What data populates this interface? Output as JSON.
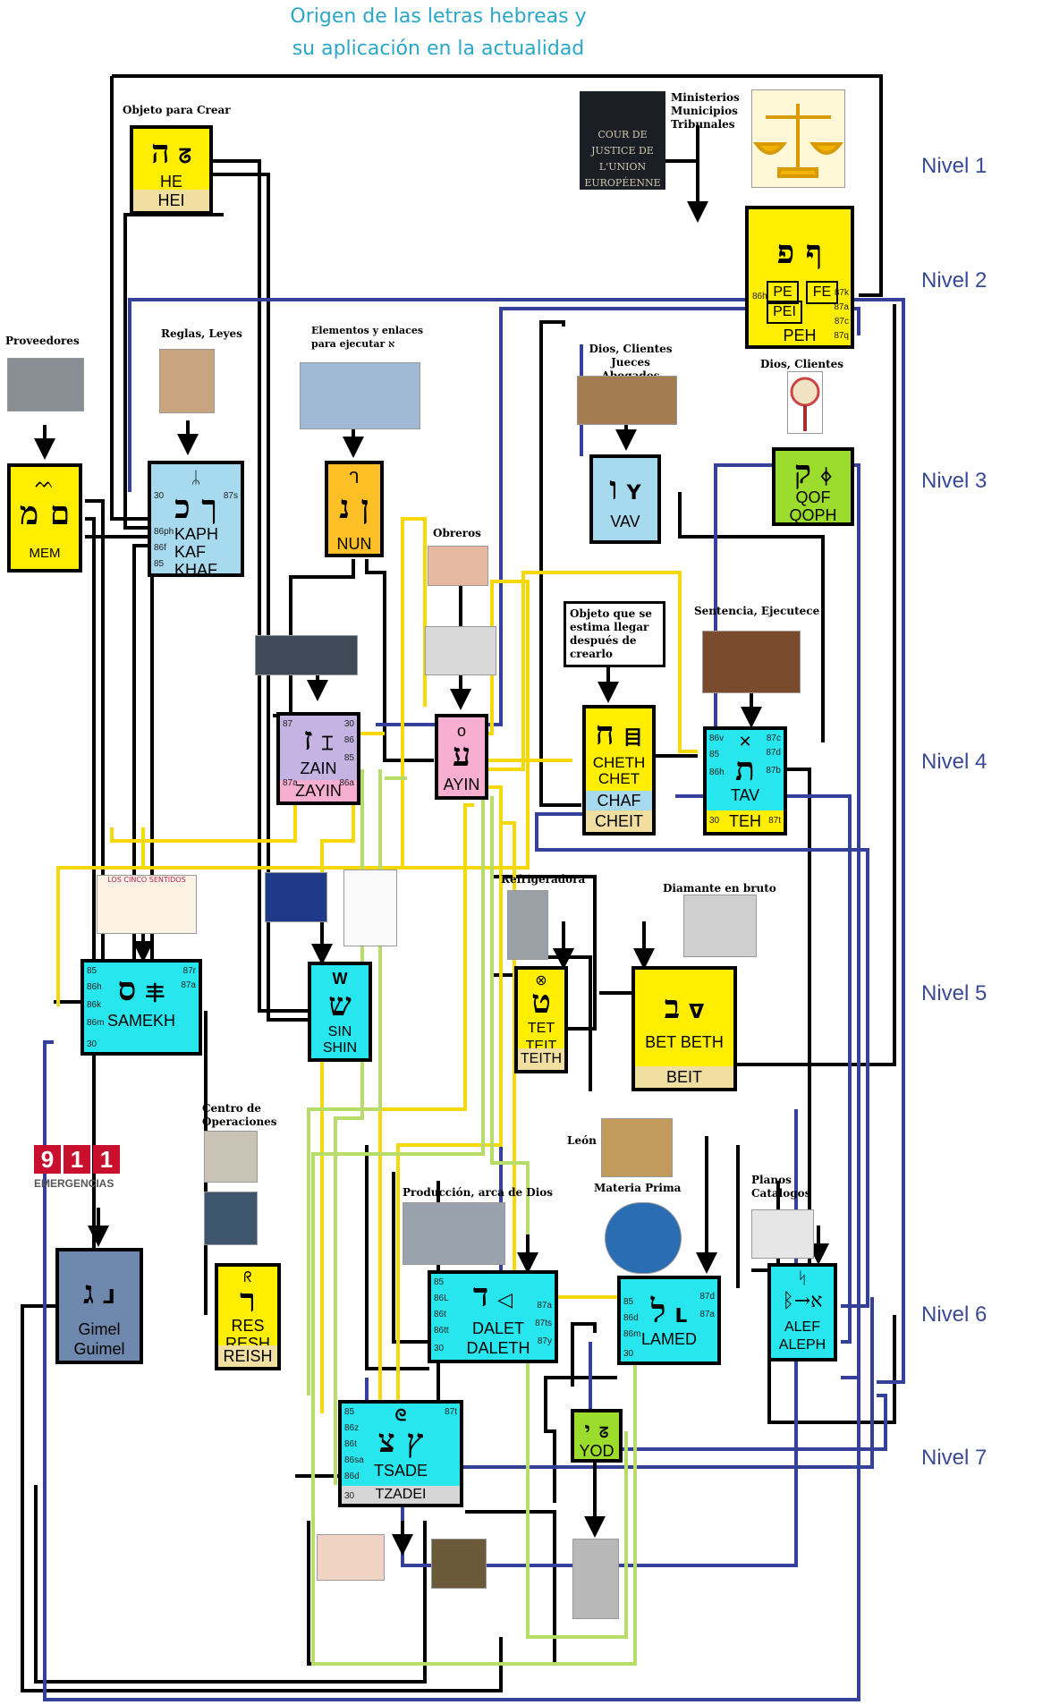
{
  "title": {
    "line1": "Origen de las letras hebreas y",
    "line2": "su aplicación en la actualidad"
  },
  "levels": [
    "Nivel 1",
    "Nivel 2",
    "Nivel 3",
    "Nivel 4",
    "Nivel 5",
    "Nivel 6",
    "Nivel 7"
  ],
  "captions": {
    "objeto_crear": "Objeto para Crear",
    "ministerios": "Ministerios Municipios Tribunales",
    "proveedores": "Proveedores",
    "reglas": "Reglas, Leyes",
    "elementos": "Elementos y enlaces para ejecutar א",
    "dios_clientes_jueces": "Dios, Clientes Jueces Abogados",
    "dios_clientes": "Dios, Clientes",
    "obreros": "Obreros",
    "objeto_llegar": "Objeto que se estima llegar después de crearlo",
    "sentencia": "Sentencia, Ejecutece",
    "refrigeradora": "Refrigeradora",
    "diamante": "Diamante en bruto",
    "cinco_sentidos": "LOS CINCO SENTIDOS",
    "centro": "Centro de Operaciones",
    "leon": "León",
    "materia": "Materia Prima",
    "produccion": "Producción, arca de Dios",
    "planos": "Planos Catalogos"
  },
  "court_text": "COUR DE JUSTICE DE L'UNION EUROPÉENNE",
  "emergency": {
    "digits": [
      "9",
      "1",
      "1"
    ],
    "label": "EMERGENCIAS"
  },
  "letters": {
    "he": {
      "heb": "ה",
      "glyph": "ᘔ",
      "name": "HE",
      "foot": "HEI"
    },
    "peh": {
      "heb": "ף פ",
      "name1": "PE",
      "name2": "FE",
      "name3": "PEI",
      "foot": "PEH",
      "ports": [
        "86h",
        "87k",
        "87a",
        "87c",
        "87q"
      ]
    },
    "mem": {
      "heb": "ם מ",
      "glyph": "ᨓ",
      "name": "MEM"
    },
    "kaph": {
      "heb": "ך כ",
      "glyph": "ᛦ",
      "name": "KAPH KAF KHAF",
      "ports": [
        "30",
        "87s",
        "86ph",
        "86f",
        "85"
      ]
    },
    "nun": {
      "heb": "ן נ",
      "glyph": "ᒉ",
      "name": "NUN"
    },
    "vav": {
      "heb": "ו",
      "glyph": "Y",
      "name": "VAV"
    },
    "qof": {
      "heb": "ק",
      "glyph": "ᛄ",
      "name": "QOF QOPH"
    },
    "zain": {
      "heb": "ז",
      "glyph": "⌶",
      "name": "ZAIN",
      "foot": "ZAYIN",
      "ports": [
        "87",
        "30",
        "86",
        "85",
        "87a",
        "86a"
      ]
    },
    "ayin": {
      "heb": "ע",
      "glyph": "o",
      "name": "AYIN"
    },
    "cheth": {
      "heb": "ח",
      "glyph": "目",
      "name": "CHETH CHET",
      "name2": "CHAF",
      "foot": "CHEIT"
    },
    "tav": {
      "heb": "ת",
      "glyph": "✕",
      "name": "TAV",
      "foot": "TEH",
      "ports": [
        "86v",
        "87c",
        "85",
        "87d",
        "86h",
        "87b",
        "30",
        "87t"
      ]
    },
    "samekh": {
      "heb": "ס",
      "glyph": "丰",
      "name": "SAMEKH",
      "ports": [
        "85",
        "87r",
        "86h",
        "87a",
        "86k",
        "86m",
        "30"
      ]
    },
    "shin": {
      "heb": "ש",
      "glyph": "W",
      "name": "SIN SHIN"
    },
    "tet": {
      "heb": "ט",
      "glyph": "⊗",
      "name": "TET TEIT",
      "foot": "TEITH"
    },
    "bet": {
      "heb": "ב",
      "glyph": "ᐁ",
      "name": "BET BETH",
      "foot": "BEIT"
    },
    "gimel": {
      "heb": "ג",
      "glyph": "ᒧ",
      "name": "Gimel Guimel"
    },
    "res": {
      "heb": "ר",
      "glyph": "ᖇ",
      "name": "RES RESH",
      "foot": "REISH"
    },
    "dalet": {
      "heb": "ד",
      "glyph": "◁",
      "name": "DALET DALETH",
      "ports": [
        "85",
        "86L",
        "86t",
        "86tt",
        "30",
        "87a",
        "87ts",
        "87y"
      ]
    },
    "lamed": {
      "heb": "ל",
      "glyph": "ᒪ",
      "name": "LAMED",
      "ports": [
        "85",
        "86d",
        "86m",
        "30",
        "87d",
        "87a"
      ]
    },
    "alef": {
      "heb": "ᛒ→א",
      "glyph": "ᛋ",
      "name": "ALEF ALEPH"
    },
    "tsade": {
      "heb": "ץ צ",
      "glyph": "ᘓ",
      "name": "TSADE",
      "foot": "TZADEI",
      "ports": [
        "85",
        "86z",
        "86t",
        "86sa",
        "86d",
        "30",
        "87t"
      ]
    },
    "yod": {
      "heb": "י",
      "glyph": "ᘔ",
      "name": "YOD"
    }
  },
  "colors": {
    "yellow": "#ffee00",
    "lightblue": "#a7d9ef",
    "cyan": "#28e6ee",
    "orange": "#ffbf26",
    "green": "#9bdc2c",
    "lavender": "#c4b3e3",
    "pink": "#f7aed0",
    "slate": "#6e87ac",
    "navy_wire": "#34409a",
    "title": "#2aa7c7"
  }
}
